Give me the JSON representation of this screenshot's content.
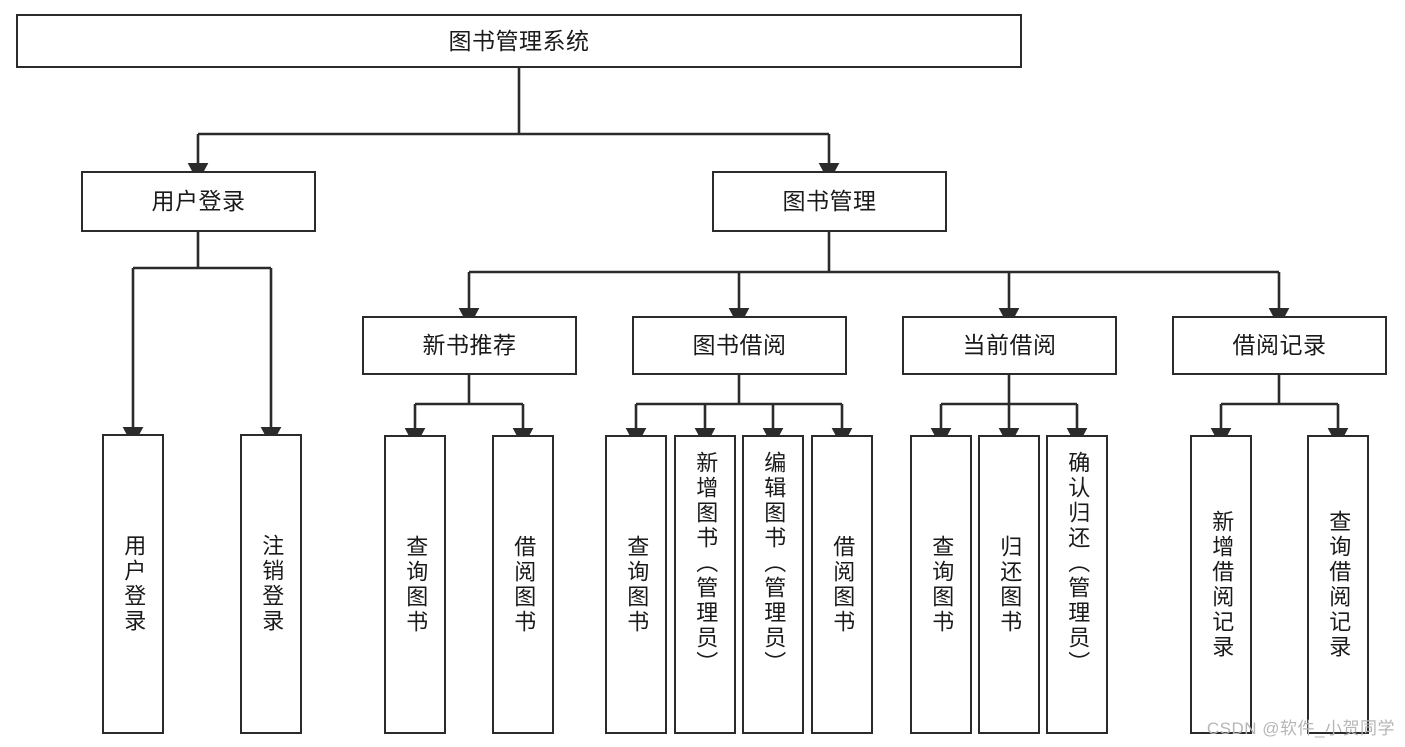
{
  "diagram": {
    "title": "图书管理系统",
    "watermark": "CSDN @软件_小贺同学",
    "stroke_color": "#2b2b2b",
    "fill_color": "#ffffff",
    "text_color": "#1a1a1a",
    "watermark_color": "#b6b6b6",
    "root": {
      "label": "图书管理系统"
    },
    "level2": [
      {
        "label": "用户登录"
      },
      {
        "label": "图书管理"
      }
    ],
    "level3": [
      {
        "label": "新书推荐"
      },
      {
        "label": "图书借阅"
      },
      {
        "label": "当前借阅"
      },
      {
        "label": "借阅记录"
      }
    ],
    "leaves": {
      "user_login": [
        {
          "label": "用户登录"
        },
        {
          "label": "注销登录"
        }
      ],
      "new_book_recommend": [
        {
          "label": "查询图书"
        },
        {
          "label": "借阅图书"
        }
      ],
      "book_borrow": [
        {
          "label": "查询图书"
        },
        {
          "label": "新增图书（管理员）"
        },
        {
          "label": "编辑图书（管理员）"
        },
        {
          "label": "借阅图书"
        }
      ],
      "current_borrow": [
        {
          "label": "查询图书"
        },
        {
          "label": "归还图书"
        },
        {
          "label": "确认归还（管理员）"
        }
      ],
      "borrow_record": [
        {
          "label": "新增借阅记录"
        },
        {
          "label": "查询借阅记录"
        }
      ]
    }
  }
}
